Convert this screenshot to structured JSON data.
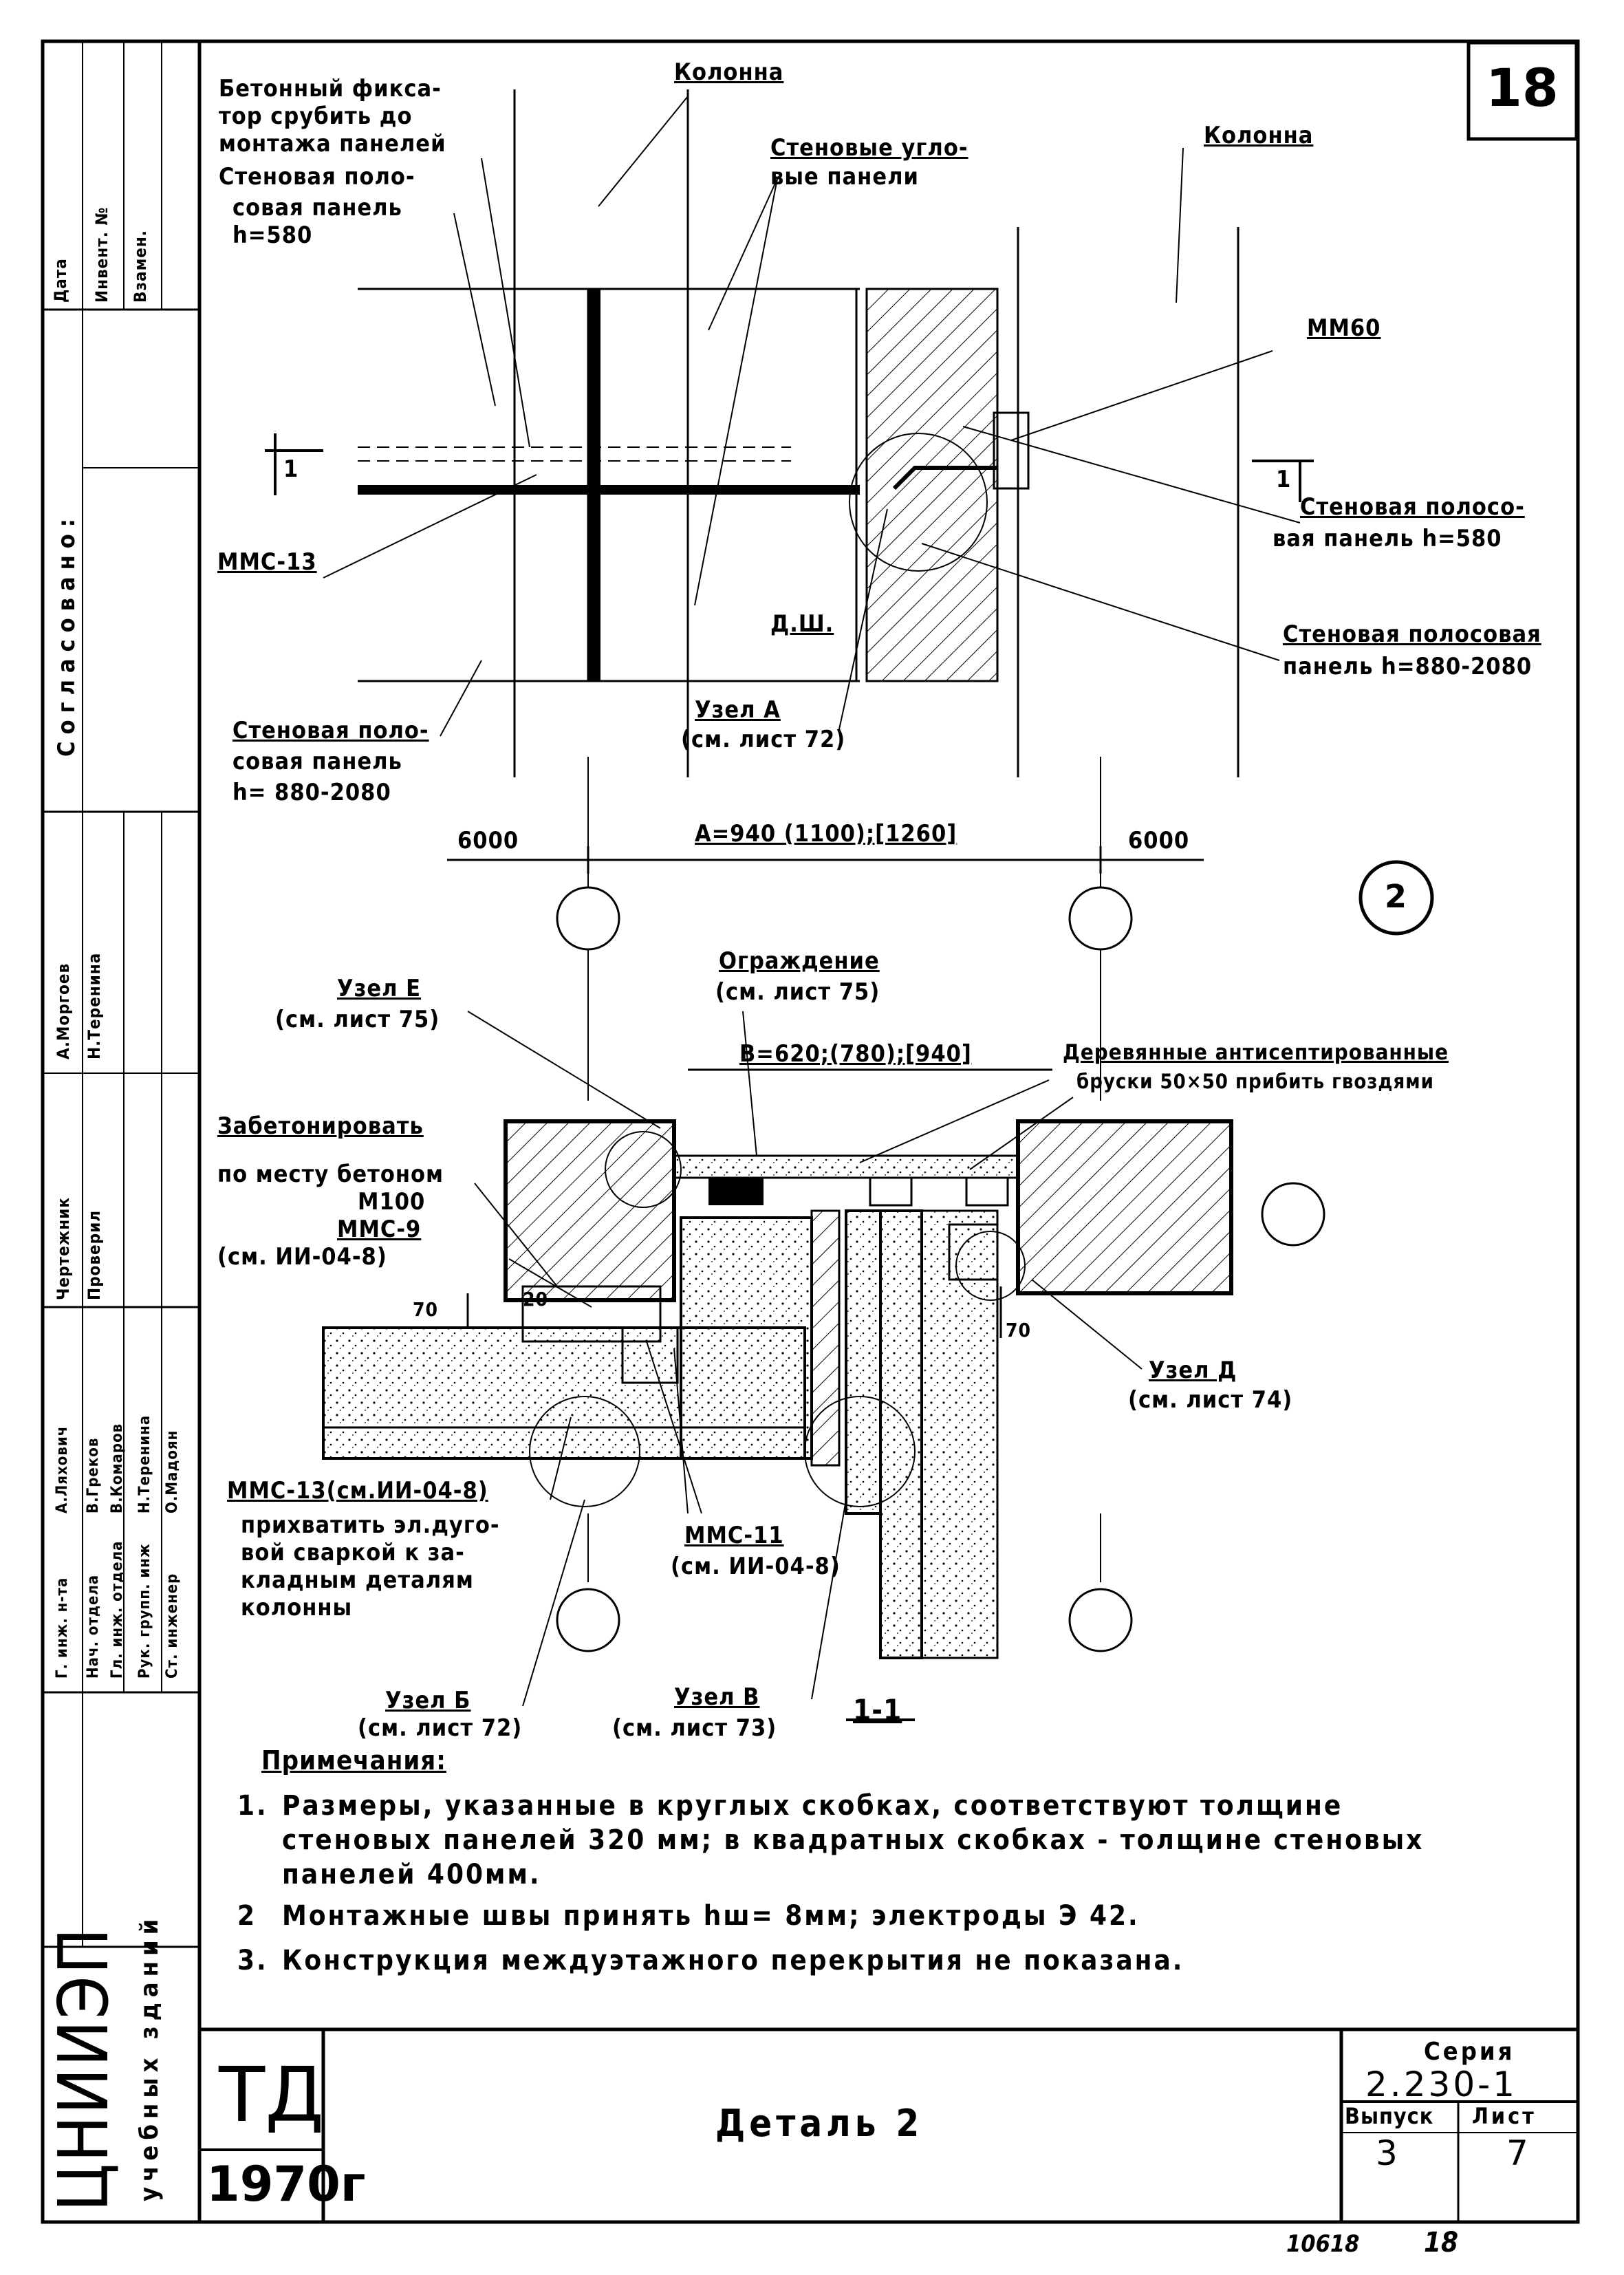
{
  "sheet_number": "18",
  "circle_marker": "2",
  "top_view": {
    "label_concrete_fixer": [
      "Бетонный фикса-",
      "тор срубить до",
      "монтажа панелей"
    ],
    "label_strip_panel_580": [
      "Стеновая поло-",
      "совая панель",
      "h=580"
    ],
    "label_column_left": "Колонна",
    "label_corner_panels": [
      "Стеновые угло-",
      "вые панели"
    ],
    "label_column_right": "Колонна",
    "label_mm60": "ММ60",
    "label_section_left": "1",
    "label_section_right": "1",
    "label_mms13": "ММС-13",
    "label_strip_panel_580_right": [
      "Стеновая полосо-",
      "вая панель h=580"
    ],
    "label_dsh": "Д.Ш.",
    "label_strip_panel_880_right": [
      "Стеновая полосовая",
      "панель h=880-2080"
    ],
    "label_strip_panel_880_left": [
      "Стеновая поло-",
      "совая панель",
      "h= 880-2080"
    ],
    "label_node_a": [
      "Узел А",
      "(см. лист 72)"
    ],
    "dim_left": "6000",
    "dim_center": "А=940 (1100);[1260]",
    "dim_right": "6000"
  },
  "plan_view": {
    "label_node_e": [
      "Узел Е",
      "(см. лист 75)"
    ],
    "label_fence": [
      "Ограждение",
      "(см. лист 75)"
    ],
    "label_b_dim": "B=620;(780);[940]",
    "label_wood": [
      "Деревянные антисептированные",
      "бруски 50×50 прибить гвоздями"
    ],
    "label_concrete": [
      "Забетонировать",
      "по месту бетоном",
      "М100"
    ],
    "label_mms9": [
      "ММС-9",
      "(см. ИИ-04-8)"
    ],
    "dim_70_left": "70",
    "dim_20": "20",
    "dim_70_right": "70",
    "label_node_d": [
      "Узел Д",
      "(см. лист 74)"
    ],
    "label_mms13": "ММС-13(см.ИИ-04-8)",
    "label_weld": [
      "прихватить эл.дуго-",
      "вой сваркой к за-",
      "кладным деталям",
      "колонны"
    ],
    "label_mms11": [
      "ММС-11",
      "(см. ИИ-04-8)"
    ],
    "label_node_b": [
      "Узел Б",
      "(см. лист 72)"
    ],
    "label_node_v": [
      "Узел В",
      "(см. лист 73)"
    ],
    "section_mark": "1-1"
  },
  "notes": {
    "heading": "Примечания:",
    "items": [
      [
        "1.",
        "Размеры, указанные в круглых скобках, соответствуют толщине",
        "стеновых панелей 320 мм; в квадратных скобках - толщине стеновых",
        "панелей 400мм."
      ],
      [
        "2",
        "Монтажные швы принять hш= 8мм; электроды Э 42."
      ],
      [
        "3.",
        "Конструкция междуэтажного перекрытия не показана."
      ]
    ]
  },
  "side_stamp": {
    "top_row": [
      "Дата",
      "Инвент. №",
      "Взамен."
    ],
    "agreed": "Согласовано:",
    "org": "ЦНИИЭП",
    "org_sub": "учебных зданий",
    "positions": [
      "Г. инж. н-та",
      "Нач. отдела",
      "Гл. инж. отдела",
      "Рук. групп. инж",
      "Ст. инженер"
    ],
    "names": [
      "А.Ляхович",
      "В.Греков",
      "В.Комаров",
      "Н.Теренина",
      "О.Мадоян"
    ],
    "draftsman_position": "Чертежник",
    "checked_position": "Проверил",
    "draftsman_name": "А.Моргоев",
    "checked_name": "Н.Теренина"
  },
  "title_block": {
    "td": "ТД",
    "year": "1970г",
    "title": "Деталь 2",
    "series_label": "Серия",
    "series_value": "2.230-1",
    "issue_label": "Выпуск",
    "sheet_label": "Лист",
    "issue_value": "3",
    "sheet_value": "7"
  },
  "footer_handwritten": [
    "10618",
    "18"
  ]
}
